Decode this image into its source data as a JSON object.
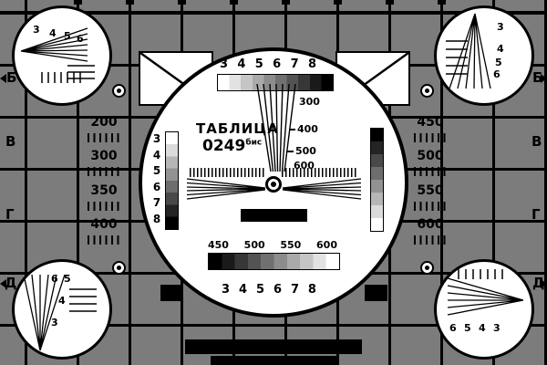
{
  "palette": {
    "background_gray": "#7c7c7c",
    "line_black": "#000000",
    "circle_white": "#ffffff"
  },
  "title": {
    "name": "ТАБЛИЦА",
    "code": "0249",
    "suffix": "бис"
  },
  "center": {
    "top_numbers": [
      "3",
      "4",
      "5",
      "6",
      "7",
      "8"
    ],
    "bottom_numbers": [
      "3",
      "4",
      "5",
      "6",
      "7",
      "8"
    ],
    "left_numbers": [
      "3",
      "4",
      "5",
      "6",
      "7",
      "8"
    ],
    "wedge_labels": [
      "300",
      "400",
      "500",
      "600"
    ],
    "bottom_scale_labels": [
      "450",
      "500",
      "550",
      "600"
    ]
  },
  "side_panels": {
    "left_upper": [
      "200",
      "300"
    ],
    "left_lower": [
      "350",
      "400"
    ],
    "right_upper": [
      "450",
      "500"
    ],
    "right_lower": [
      "550",
      "600"
    ]
  },
  "edge_letters": [
    "Б",
    "В",
    "Г",
    "Д"
  ],
  "corner_circles": {
    "top_left": [
      "3",
      "4",
      "5",
      "6"
    ],
    "top_right": [
      "3",
      "4",
      "5",
      "6"
    ],
    "bottom_left": [
      "6",
      "5",
      "4",
      "3"
    ],
    "bottom_right": [
      "6",
      "5",
      "4",
      "3"
    ]
  }
}
